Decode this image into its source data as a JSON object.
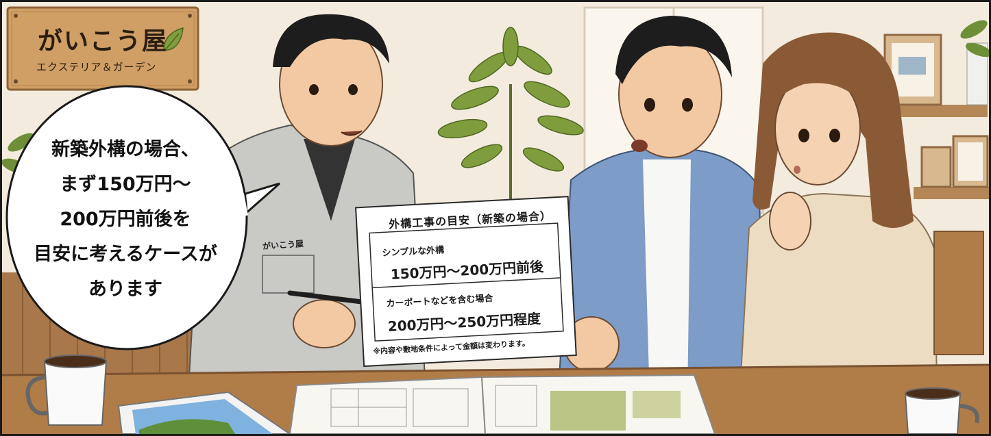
{
  "sign": {
    "title": "がいこう屋",
    "subtitle": "エクステリア＆ガーデン"
  },
  "speech_bubble": {
    "lines": [
      "新築外構の場合、",
      "まず150万円〜",
      "200万円前後を",
      "目安に考えるケースが",
      "あります"
    ]
  },
  "uniform_badge": "がいこう屋",
  "estimate_sheet": {
    "title": "外構工事の目安（新築の場合）",
    "rows": [
      {
        "label": "シンプルな外構",
        "value": "150万円〜200万円前後"
      },
      {
        "label": "カーポートなどを含む場合",
        "value": "200万円〜250万円程度"
      }
    ],
    "note": "※内容や敷地条件によって金額は変わります。"
  },
  "colors": {
    "wall": "#f3ebdd",
    "wood": "#c99a62",
    "table": "#b07c48",
    "shirt_blue": "#7d9cc8",
    "sweater": "#ecdcc2",
    "work_jacket": "#c9c9c5",
    "leaf": "#7f9d3c"
  }
}
